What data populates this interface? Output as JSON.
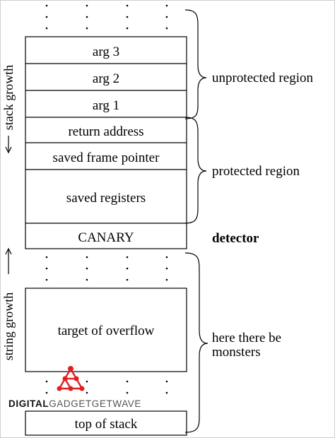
{
  "frame": {
    "slots": {
      "arg3": "arg 3",
      "arg2": "arg 2",
      "arg1": "arg 1",
      "return_address": "return address",
      "saved_frame_pointer": "saved frame pointer",
      "saved_registers": "saved registers",
      "canary": "CANARY",
      "target": "target of overflow",
      "top_of_stack": "top of stack"
    }
  },
  "regions": {
    "unprotected": "unprotected region",
    "protected": "protected region",
    "detector": "detector",
    "monsters_line1": "here there be",
    "monsters_line2": "monsters"
  },
  "axes": {
    "stack_growth": "stack growth",
    "string_growth": "string growth"
  },
  "watermark": {
    "text_bold": "DIGITAL",
    "text_rest": "GADGETGETWAVE",
    "logo_color": "#e02020"
  }
}
